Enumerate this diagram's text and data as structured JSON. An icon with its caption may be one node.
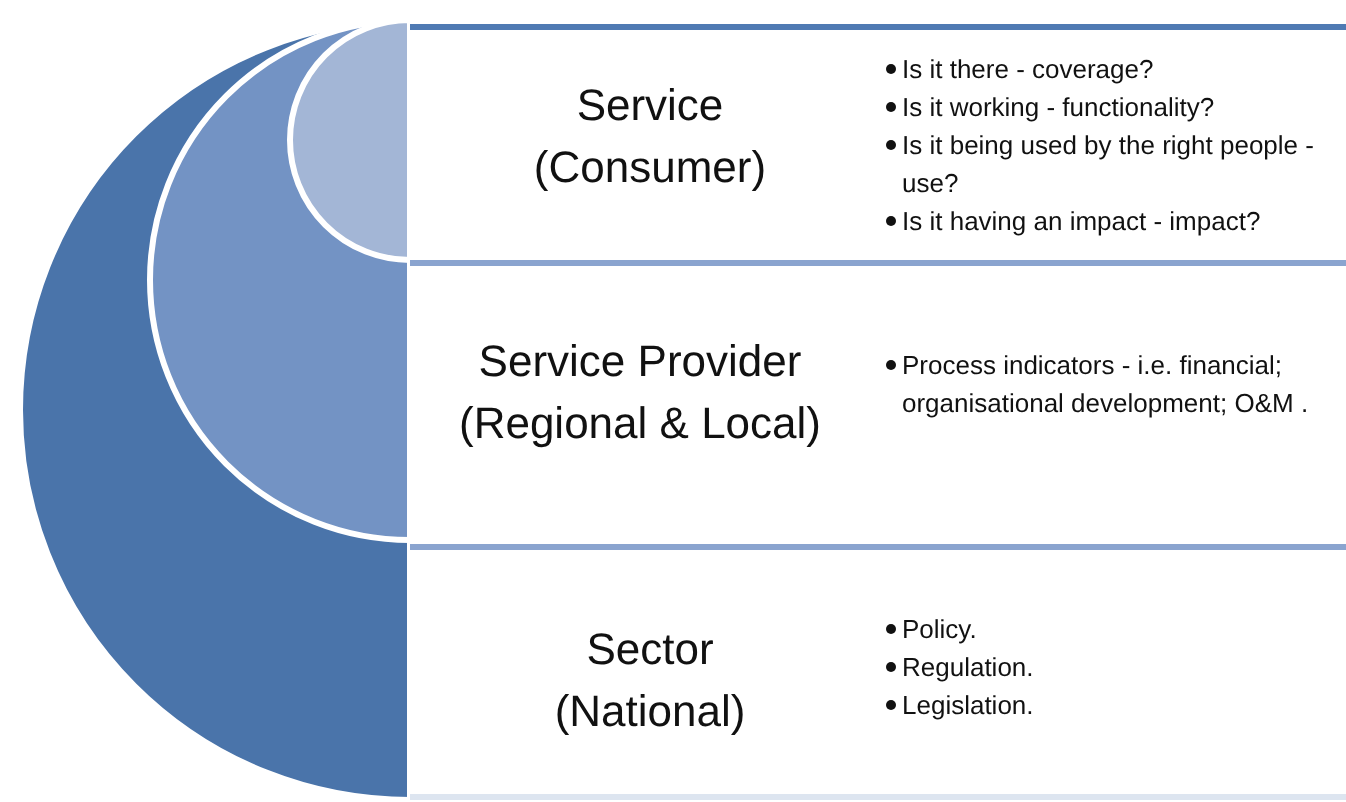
{
  "diagram": {
    "nodes": [
      {
        "text": [
          "Service (Consumer)",
          "Is it there - coverage?",
          "Is it working - functionality?",
          "Is it being used by the right people - use?",
          "Is it having an impact - impact?"
        ]
      },
      {
        "text": [
          "Service Provider (Regional & Local)",
          "Process indicators - i.e. financial; organisational development; O&M ."
        ]
      },
      {
        "text": [
          "Sector (National)",
          "Policy.",
          "Regulation.",
          "Legislation."
        ]
      }
    ]
  }
}
